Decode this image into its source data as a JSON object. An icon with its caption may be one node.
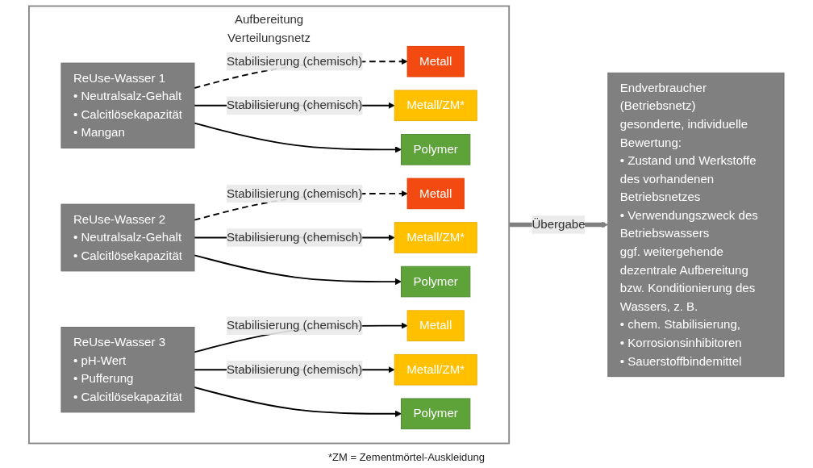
{
  "diagram": {
    "nodes": [
      {
        "text": [
          "Aufbereitung",
          "Verteilungsnetz"
        ]
      },
      {
        "text": [
          "ReUse-Wasser 1",
          "• Neutralsalz-Gehalt",
          "• Calcitlösekapazität",
          "• Mangan"
        ],
        "in": 0
      },
      {
        "text": [
          "Metall"
        ],
        "in": 0
      },
      {
        "text": [
          "Metall/ZM*"
        ],
        "in": 0
      },
      {
        "text": [
          "Polymer"
        ],
        "in": 0
      },
      {
        "text": [
          "ReUse-Wasser 2",
          "• Neutralsalz-Gehalt",
          "• Calcitlösekapazität"
        ],
        "in": 0
      },
      {
        "text": [
          "Metall"
        ],
        "in": 0
      },
      {
        "text": [
          "Metall/ZM*"
        ],
        "in": 0
      },
      {
        "text": [
          "Polymer"
        ],
        "in": 0
      },
      {
        "text": [
          "ReUse-Wasser 3",
          "• pH-Wert",
          "• Pufferung",
          "• Calcitlösekapazität"
        ],
        "in": 0
      },
      {
        "text": [
          "Metall"
        ],
        "in": 0
      },
      {
        "text": [
          "Metall/ZM*"
        ],
        "in": 0
      },
      {
        "text": [
          "Polymer"
        ],
        "in": 0
      },
      {
        "text": [
          "Endverbraucher (Betriebsnetz)",
          "gesonderte, individuelle Bewertung:",
          "• Zustand und Werkstoffe des vorhandenen Betriebsnetzes",
          "• Verwendungszweck des Betriebswassers",
          "ggf. weitergehende dezentrale Aufbereitung bzw. Konditionierung des Wassers, z. B.",
          "• chem. Stabilisierung,",
          "• Korrosionsinhibitoren",
          "• Sauerstoffbindemittel"
        ]
      }
    ],
    "edges": [
      {
        "from": 1,
        "to": 2,
        "arrow": "to",
        "label": "Stabilisierung (chemisch)",
        "style": "dashed"
      },
      {
        "from": 1,
        "to": 3,
        "arrow": "to",
        "label": "Stabilisierung (chemisch)"
      },
      {
        "from": 1,
        "to": 4,
        "arrow": "to"
      },
      {
        "from": 5,
        "to": 6,
        "arrow": "to",
        "label": "Stabilisierung (chemisch)",
        "style": "dashed"
      },
      {
        "from": 5,
        "to": 7,
        "arrow": "to",
        "label": "Stabilisierung (chemisch)"
      },
      {
        "from": 5,
        "to": 8,
        "arrow": "to"
      },
      {
        "from": 9,
        "to": 10,
        "arrow": "to",
        "label": "Stabilisierung (chemisch)"
      },
      {
        "from": 9,
        "to": 11,
        "arrow": "to",
        "label": "Stabilisierung (chemisch)"
      },
      {
        "from": 9,
        "to": 12,
        "arrow": "to"
      },
      {
        "from": 0,
        "to": 13,
        "arrow": "to",
        "label": "Übergabe",
        "style": "thick",
        "color": "#808080"
      }
    ],
    "labels": [
      "*ZM = Zementmörtel-Auskleidung"
    ]
  }
}
